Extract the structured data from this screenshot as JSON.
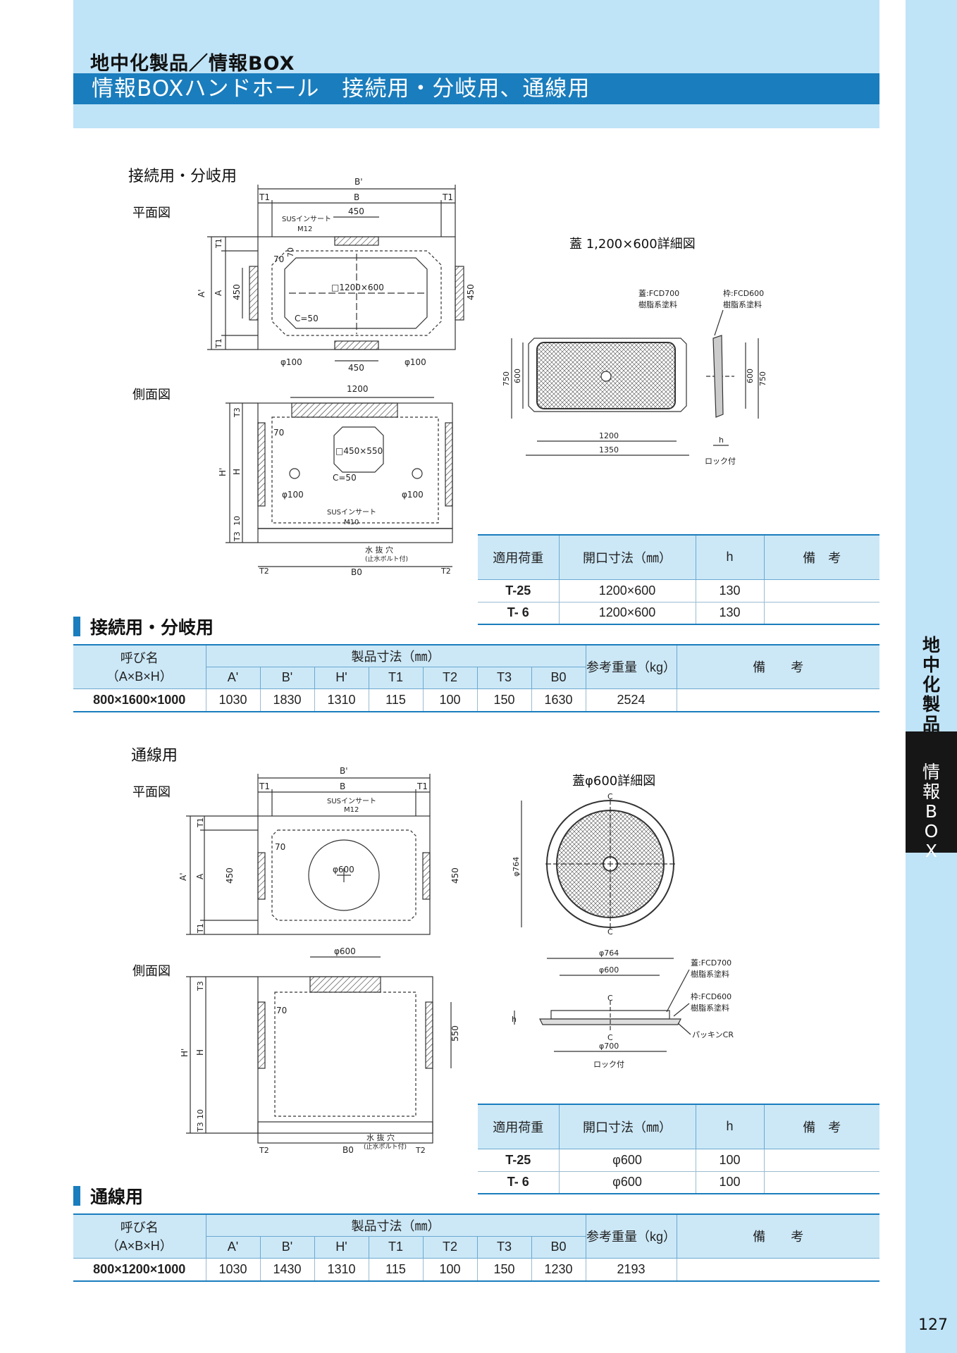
{
  "header": {
    "category": "地中化製品／情報BOX",
    "title": "情報BOXハンドホール　接続用・分岐用、通線用"
  },
  "side_tab": {
    "upper": [
      "地",
      "中",
      "化",
      "製",
      "品"
    ],
    "lower": [
      "情",
      "報",
      "B",
      "O",
      "X"
    ]
  },
  "page_number": "127",
  "colors": {
    "accent": "#1a7dbd",
    "band": "#bfe3f7",
    "table_header": "#cce8f7"
  },
  "section1": {
    "label": "接続用・分岐用",
    "plan_label": "平面図",
    "side_label": "側面図",
    "lid_caption": "蓋 1,200×600詳細図",
    "plan_dims": {
      "b_prime": "B'",
      "b": "B",
      "t1": "T1",
      "a_prime": "A'",
      "a": "A",
      "d450": "450",
      "insert": "SUSインサート",
      "m12": "M12",
      "d70": "70",
      "opening": "□1200×600",
      "c50": "C=50",
      "phi100": "φ100"
    },
    "side_dims": {
      "d1200": "1200",
      "t3": "T3",
      "h_prime": "H'",
      "h": "H",
      "d70": "70",
      "opening": "□450×550",
      "c50": "C=50",
      "phi100": "φ100",
      "insert": "SUSインサート",
      "m10": "M10",
      "d10": "10",
      "drain": "水 抜 穴",
      "drain_note": "(止水ボルト付)",
      "t2": "T2",
      "b0": "B0"
    },
    "lid_dims": {
      "lid_mat": "蓋:FCD700",
      "frame_mat": "枠:FCD600",
      "resin": "樹脂系塗料",
      "d750": "750",
      "d600": "600",
      "d1200": "1200",
      "d1350": "1350",
      "h": "h",
      "lock": "ロック付"
    },
    "lid_table": {
      "headers": [
        "適用荷重",
        "開口寸法（㎜）",
        "h",
        "備　考"
      ],
      "rows": [
        [
          "T-25",
          "1200×600",
          "130",
          ""
        ],
        [
          "T- 6",
          "1200×600",
          "130",
          ""
        ]
      ]
    },
    "title": "接続用・分岐用",
    "spec_table": {
      "name_header": "呼び名",
      "name_sub": "（A×B×H）",
      "dims_header": "製品寸法（㎜）",
      "dim_cols": [
        "A'",
        "B'",
        "H'",
        "T1",
        "T2",
        "T3",
        "B0"
      ],
      "weight_header": "参考重量（kg）",
      "remarks_header": "備　　考",
      "row": [
        "800×1600×1000",
        "1030",
        "1830",
        "1310",
        "115",
        "100",
        "150",
        "1630",
        "2524",
        ""
      ]
    }
  },
  "section2": {
    "label": "通線用",
    "plan_label": "平面図",
    "side_label": "側面図",
    "lid_caption": "蓋φ600詳細図",
    "plan_dims": {
      "b_prime": "B'",
      "b": "B",
      "t1": "T1",
      "a_prime": "A'",
      "a": "A",
      "d450": "450",
      "insert": "SUSインサート",
      "m12": "M12",
      "d70": "70",
      "phi600": "φ600"
    },
    "side_dims": {
      "phi600": "φ600",
      "t3": "T3",
      "h_prime": "H'",
      "h": "H",
      "d70": "70",
      "d550": "550",
      "d10": "10",
      "drain": "水 抜 穴",
      "drain_note": "(止水ボルト付)",
      "t2": "T2",
      "b0": "B0"
    },
    "lid_dims": {
      "phi764": "φ764",
      "phi600": "φ600",
      "phi700": "φ700",
      "c": "C",
      "lid_mat": "蓋:FCD700",
      "frame_mat": "枠:FCD600",
      "resin": "樹脂系塗料",
      "packing": "パッキンCR",
      "h": "h",
      "lock": "ロック付"
    },
    "lid_table": {
      "headers": [
        "適用荷重",
        "開口寸法（㎜）",
        "h",
        "備　考"
      ],
      "rows": [
        [
          "T-25",
          "φ600",
          "100",
          ""
        ],
        [
          "T- 6",
          "φ600",
          "100",
          ""
        ]
      ]
    },
    "title": "通線用",
    "spec_table": {
      "name_header": "呼び名",
      "name_sub": "（A×B×H）",
      "dims_header": "製品寸法（㎜）",
      "dim_cols": [
        "A'",
        "B'",
        "H'",
        "T1",
        "T2",
        "T3",
        "B0"
      ],
      "weight_header": "参考重量（kg）",
      "remarks_header": "備　　考",
      "row": [
        "800×1200×1000",
        "1030",
        "1430",
        "1310",
        "115",
        "100",
        "150",
        "1230",
        "2193",
        ""
      ]
    }
  }
}
